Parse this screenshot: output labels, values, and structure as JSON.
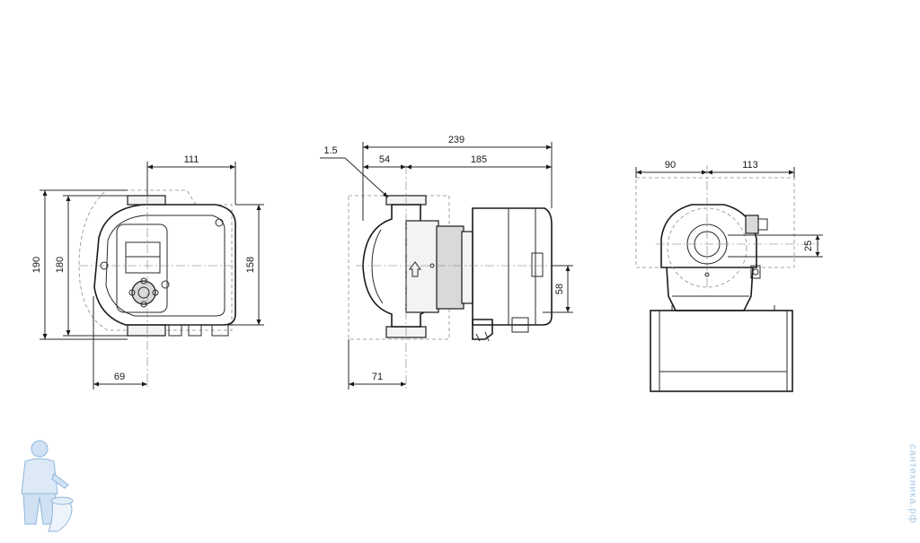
{
  "front_view": {
    "dim_width_top": "111",
    "dim_height_outer": "190",
    "dim_height_inner": "180",
    "dim_height_right": "158",
    "dim_offset_bottom": "69"
  },
  "side_view": {
    "dim_total": "239",
    "dim_left": "54",
    "dim_right": "185",
    "dim_thickness": "1.5",
    "dim_height": "58",
    "dim_offset_bottom": "71"
  },
  "top_view": {
    "dim_left": "90",
    "dim_right": "113",
    "dim_height": "25"
  },
  "watermark": {
    "text": "сантехника.рф"
  },
  "colors": {
    "line": "#1a1a1a",
    "watermark": "#a9c9e6"
  }
}
